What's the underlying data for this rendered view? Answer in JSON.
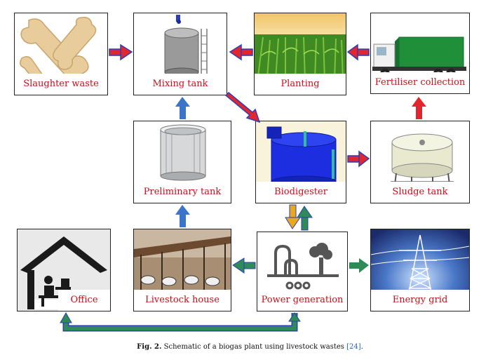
{
  "nodes": {
    "slaughter": "Slaughter waste",
    "mixing": "Mixing tank",
    "planting": "Planting",
    "fertiliser": "Fertiliser collection",
    "preliminary": "Preliminary tank",
    "biodigester": "Biodigester",
    "sludge": "Sludge tank",
    "office": "Office",
    "livestock": "Livestock house",
    "power": "Power generation",
    "energy": "Energy grid"
  },
  "caption": {
    "prefix": "Fig. 2.",
    "text": " Schematic of a biogas plant using livestock wastes ",
    "ref": "[24]",
    "end": "."
  },
  "colors": {
    "label_text": "#c0121a",
    "arrow_red": "#e3262d",
    "arrow_blue": "#3b74c8",
    "arrow_green": "#2e8b57",
    "arrow_yellow": "#e8a91c"
  }
}
